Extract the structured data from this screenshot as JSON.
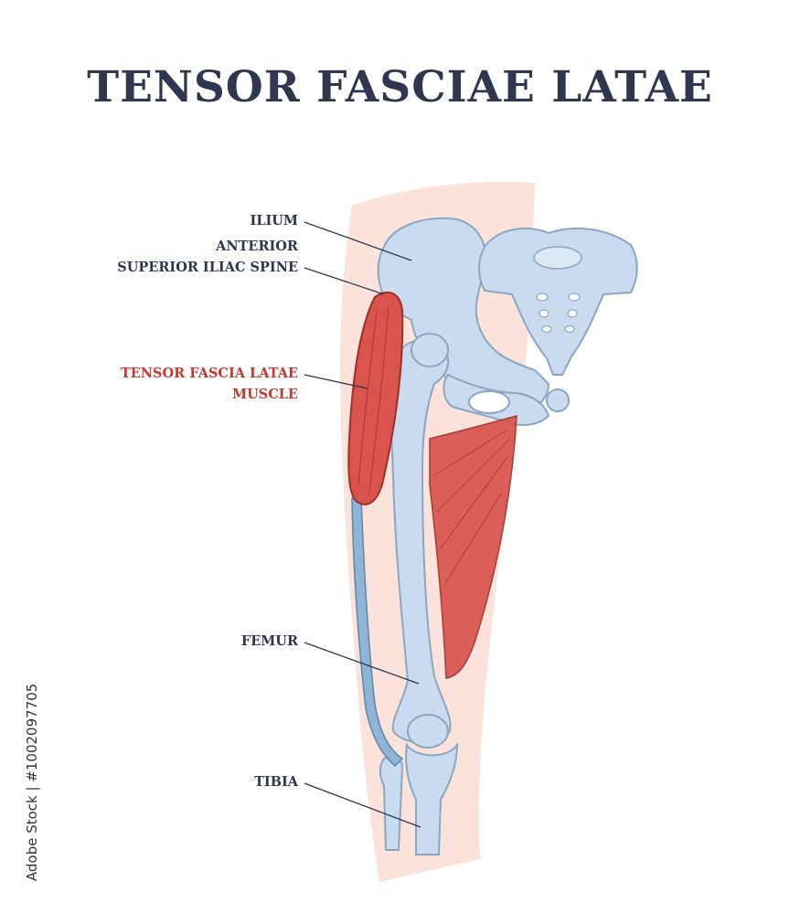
{
  "title": "TENSOR FASCIAE LATAE",
  "labels": {
    "ilium": "ILIUM",
    "asis_line1": "ANTERIOR",
    "asis_line2": "SUPERIOR ILIAC SPINE",
    "muscle_line1": "TENSOR FASCIA LATAE",
    "muscle_line2": "MUSCLE",
    "femur": "FEMUR",
    "tibia": "TIBIA"
  },
  "stock_id": "Adobe Stock | #1002097705",
  "colors": {
    "title": "#2f3750",
    "label": "#2f3750",
    "highlight_label": "#c8382e",
    "bone": "#c9dcef",
    "bone_outline": "#8aa6c3",
    "muscle": "#d9544d",
    "skin": "#fbe3dc"
  }
}
